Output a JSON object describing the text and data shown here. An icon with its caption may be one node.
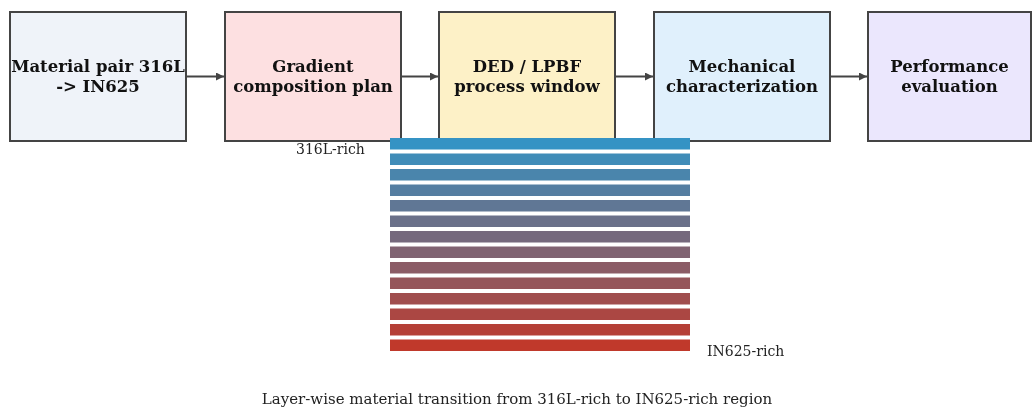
{
  "diagram": {
    "caption": "Layer-wise material transition from 316L-rich to IN625-rich region",
    "nodes": [
      {
        "text": [
          "Material pair 316L -> IN625"
        ]
      },
      {
        "text": [
          "Gradient composition plan"
        ]
      },
      {
        "text": [
          "DED / LPBF process window"
        ]
      },
      {
        "text": [
          "Mechanical characterization"
        ]
      },
      {
        "text": [
          "Performance evaluation"
        ]
      }
    ],
    "edges": [
      {
        "from": 0,
        "to": 1,
        "arrow": "to"
      },
      {
        "from": 1,
        "to": 2,
        "arrow": "to"
      },
      {
        "from": 2,
        "to": 3,
        "arrow": "to"
      },
      {
        "from": 3,
        "to": 4,
        "arrow": "to"
      }
    ],
    "labels": [
      "316L-rich",
      "IN625-rich"
    ]
  }
}
